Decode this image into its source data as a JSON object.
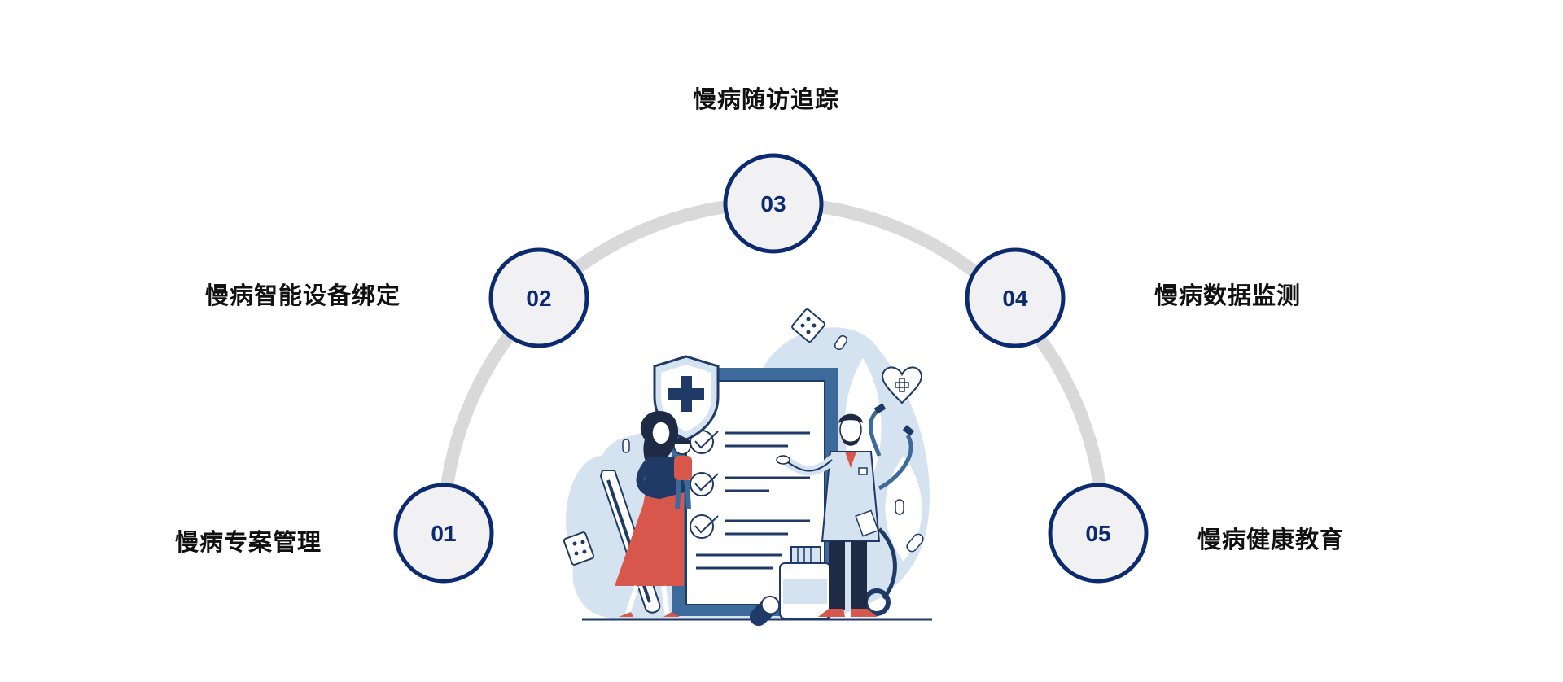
{
  "steps": [
    {
      "number": "01",
      "label": "慢病专案管理"
    },
    {
      "number": "02",
      "label": "慢病智能设备绑定"
    },
    {
      "number": "03",
      "label": "慢病随访追踪"
    },
    {
      "number": "04",
      "label": "慢病数据监测"
    },
    {
      "number": "05",
      "label": "慢病健康教育"
    }
  ],
  "colors": {
    "arc": "#d9d9d9",
    "circle_fill": "#f1f1f3",
    "circle_stroke": "#0b2a6f",
    "number_text": "#0b2a6f",
    "label_text": "#111111",
    "illustration_dark": "#1f3a66",
    "illustration_mid": "#3d6a9b",
    "illustration_light": "#d5e3f0",
    "illustration_red": "#d8574c"
  },
  "icons": [
    "shield-cross-icon",
    "clipboard-checklist-icon",
    "thermometer-icon",
    "stethoscope-icon",
    "medicine-bottle-icon",
    "pill-icon",
    "heart-icon"
  ]
}
